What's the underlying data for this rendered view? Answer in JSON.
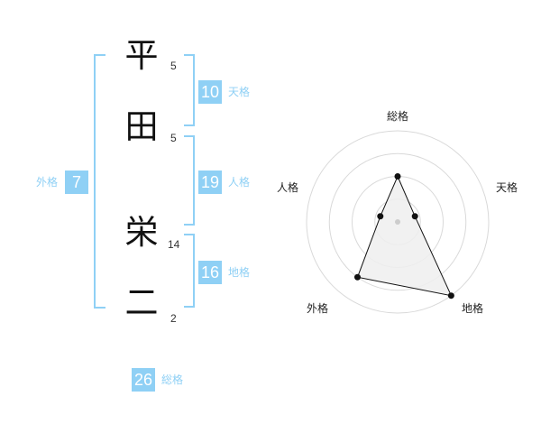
{
  "name": {
    "characters": [
      {
        "char": "平",
        "strokes": "5"
      },
      {
        "char": "田",
        "strokes": "5"
      },
      {
        "char": "栄",
        "strokes": "14"
      },
      {
        "char": "二",
        "strokes": "2"
      }
    ]
  },
  "scores": {
    "tenkaku": {
      "value": "10",
      "label": "天格"
    },
    "jinkaku": {
      "value": "19",
      "label": "人格"
    },
    "chikaku": {
      "value": "16",
      "label": "地格"
    },
    "gaikaku": {
      "value": "7",
      "label": "外格"
    },
    "soukaku": {
      "value": "26",
      "label": "総格"
    }
  },
  "chart_data": {
    "type": "radar",
    "axes": [
      "総格",
      "天格",
      "地格",
      "外格",
      "人格"
    ],
    "values": [
      0.5,
      0.2,
      1.0,
      0.75,
      0.2
    ],
    "range": [
      0,
      1
    ],
    "rings": 4,
    "grid": true,
    "colors": {
      "grid": "#d9d9d9",
      "fill": "#efefef",
      "line": "#111111",
      "center": "#cccccc",
      "accent": "#8fd0f5"
    }
  }
}
